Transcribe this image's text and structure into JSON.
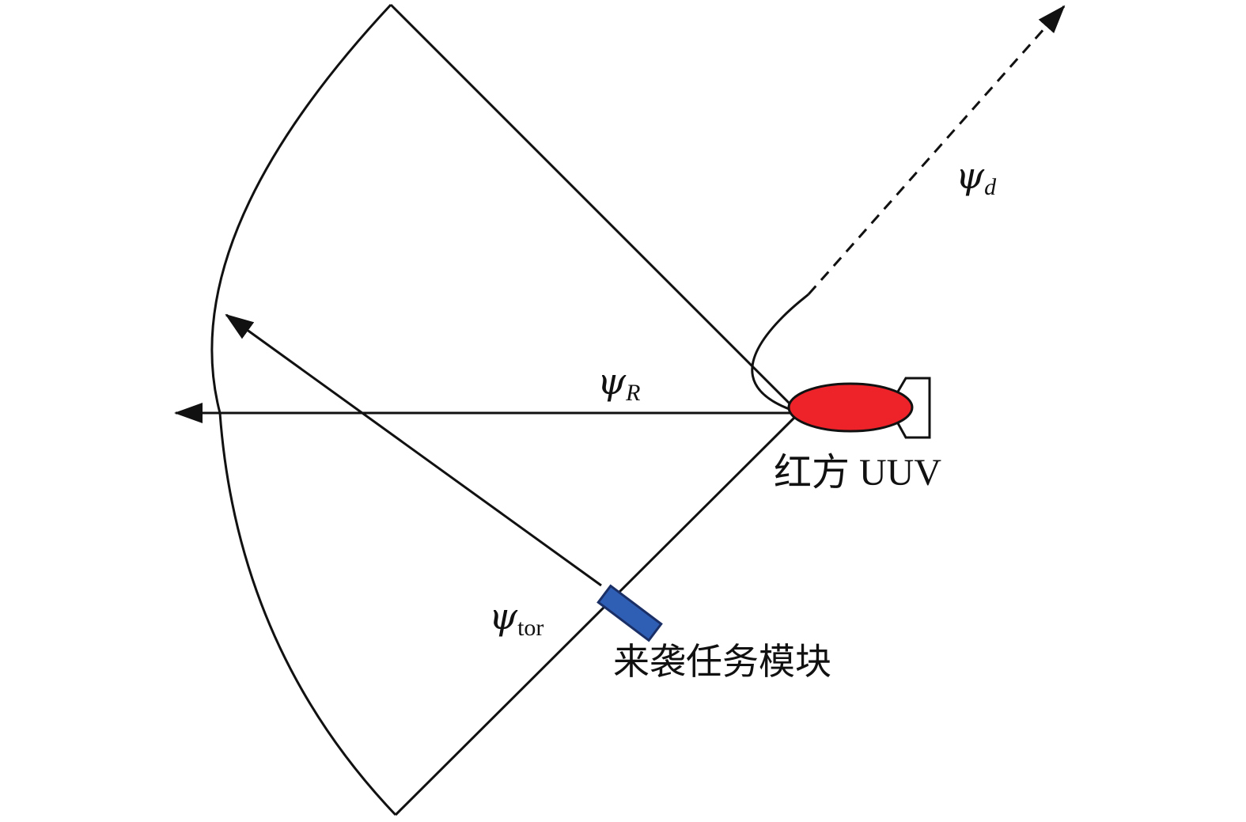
{
  "labels": {
    "psi_symbol": "ψ",
    "psi_d_sub": "d",
    "psi_R_sub": "R",
    "psi_tor_sub": "tor",
    "red_uuv": "红方 UUV",
    "incoming_module": "来袭任务模块"
  },
  "colors": {
    "stroke": "#111111",
    "uuv_fill": "#ee2229",
    "module_fill": "#2f5fb5",
    "module_stroke": "#1a2f66"
  },
  "icons": {
    "uuv": "torpedo-icon",
    "module": "rectangle-icon"
  }
}
